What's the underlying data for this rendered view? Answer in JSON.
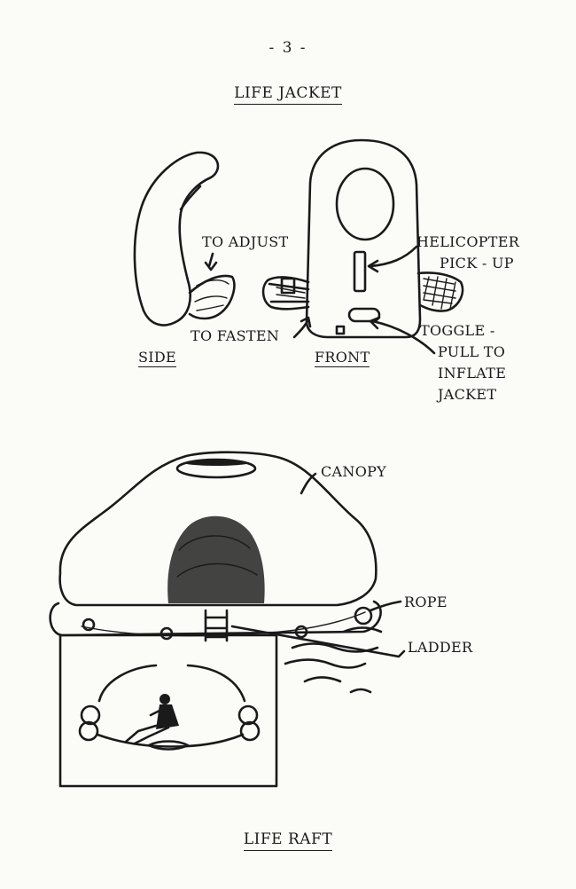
{
  "page_number": "- 3 -",
  "life_jacket": {
    "title": "LIFE JACKET",
    "labels": {
      "to_adjust": "TO ADJUST",
      "to_fasten": "TO FASTEN",
      "side": "SIDE",
      "front": "FRONT",
      "helicopter_line1": "HELICOPTER",
      "helicopter_line2": "PICK - UP",
      "toggle_line1": "TOGGLE -",
      "toggle_line2": "PULL TO",
      "toggle_line3": "INFLATE",
      "toggle_line4": "JACKET"
    }
  },
  "life_raft": {
    "title": "LIFE RAFT",
    "labels": {
      "canopy": "CANOPY",
      "rope": "ROPE",
      "ladder": "LADDER"
    }
  }
}
